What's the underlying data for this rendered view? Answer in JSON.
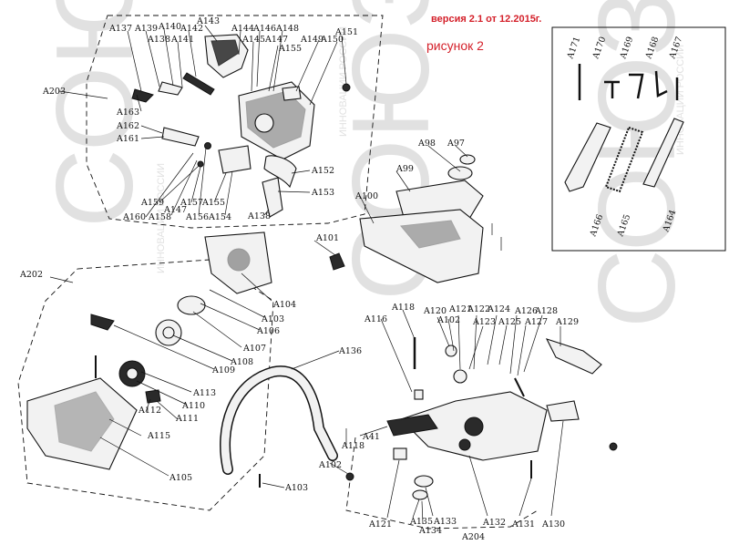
{
  "header": {
    "version": "версия 2.1 от 12.2015г.",
    "figure": "рисунок 2"
  },
  "watermark": {
    "brand": "СОЮЗ",
    "tagline": "ИННОВАЦИИ РОССИИ"
  },
  "colors": {
    "header_red": "#d4202a",
    "line": "#111111",
    "watermark": "#c9c9c9"
  },
  "labels": [
    "A137",
    "A139",
    "A140",
    "A142",
    "A143",
    "A144",
    "A146",
    "A148",
    "A151",
    "A138",
    "A141",
    "A145",
    "A147",
    "A155",
    "A149",
    "A150",
    "A203",
    "A163",
    "A162",
    "A161",
    "A159",
    "A157",
    "A155",
    "A160",
    "A158",
    "A147",
    "A156",
    "A154",
    "A138",
    "A152",
    "A153",
    "A98",
    "A97",
    "A99",
    "A100",
    "A101",
    "A171",
    "A170",
    "A169",
    "A168",
    "A167",
    "A166",
    "A165",
    "A164",
    "A202",
    "A104",
    "A103",
    "A106",
    "A107",
    "A108",
    "A109",
    "A113",
    "A110",
    "A112",
    "A111",
    "A115",
    "A105",
    "A136",
    "A103",
    "A102",
    "A118",
    "A41",
    "A118",
    "A116",
    "A120",
    "A102",
    "A121",
    "A122",
    "A123",
    "A124",
    "A125",
    "A126",
    "A127",
    "A128",
    "A129",
    "A121",
    "A135",
    "A134",
    "A133",
    "A204",
    "A132",
    "A131",
    "A130"
  ]
}
